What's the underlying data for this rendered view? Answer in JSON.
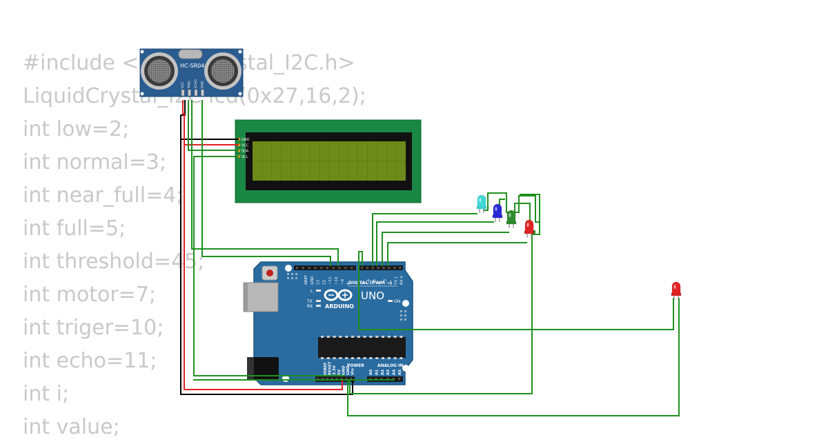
{
  "code": {
    "lines": [
      "#include <LiquidCrystal_I2C.h>",
      "LiquidCrystal_I2C lcd(0x27,16,2);",
      "int low=2;",
      "int normal=3;",
      "int near_full=4;",
      "int full=5;",
      "int threshold=45;",
      "int motor=7;",
      "int triger=10;",
      "int echo=11;",
      "int i;",
      "int value;"
    ]
  },
  "sensor": {
    "label": "HC-SR04",
    "pins": [
      "VCC",
      "TRIG",
      "ECHO",
      "GND"
    ]
  },
  "lcd": {
    "pins": [
      "GND",
      "VCC",
      "SDA",
      "SCL"
    ],
    "body_color": "#1a8744",
    "screen_color": "#6e8a1a"
  },
  "arduino": {
    "brand": "ARDUINO",
    "model": "UNO",
    "top_header_label": "DIGITAL (PWM ~)",
    "top_pins": [
      "AREF",
      "GND",
      "13",
      "12",
      "~11",
      "~10",
      "~9",
      "8",
      "7",
      "~6",
      "~5",
      "4",
      "~3",
      "2",
      "TX 1",
      "RX 0"
    ],
    "power_label": "POWER",
    "analog_label": "ANALOG IN",
    "power_pins": [
      "IOREF",
      "RESET",
      "3.3V",
      "5V",
      "GND",
      "GND",
      "Vin"
    ],
    "analog_pins": [
      "A0",
      "A1",
      "A2",
      "A3",
      "A4",
      "A5"
    ],
    "led_l": "L",
    "led_tx": "TX",
    "led_rx": "RX",
    "led_on": "ON",
    "board_color": "#2a6ca0"
  },
  "leds": [
    {
      "name": "cyan-led",
      "color": "#3fd8d8"
    },
    {
      "name": "blue-led",
      "color": "#2a2ad8"
    },
    {
      "name": "green-led",
      "color": "#2e8b2e"
    },
    {
      "name": "red-led",
      "color": "#e02424"
    },
    {
      "name": "motor-led",
      "color": "#e02424"
    }
  ],
  "wire_colors": {
    "signal": "#1e8f1e",
    "power": "#e02020",
    "ground": "#000000"
  }
}
